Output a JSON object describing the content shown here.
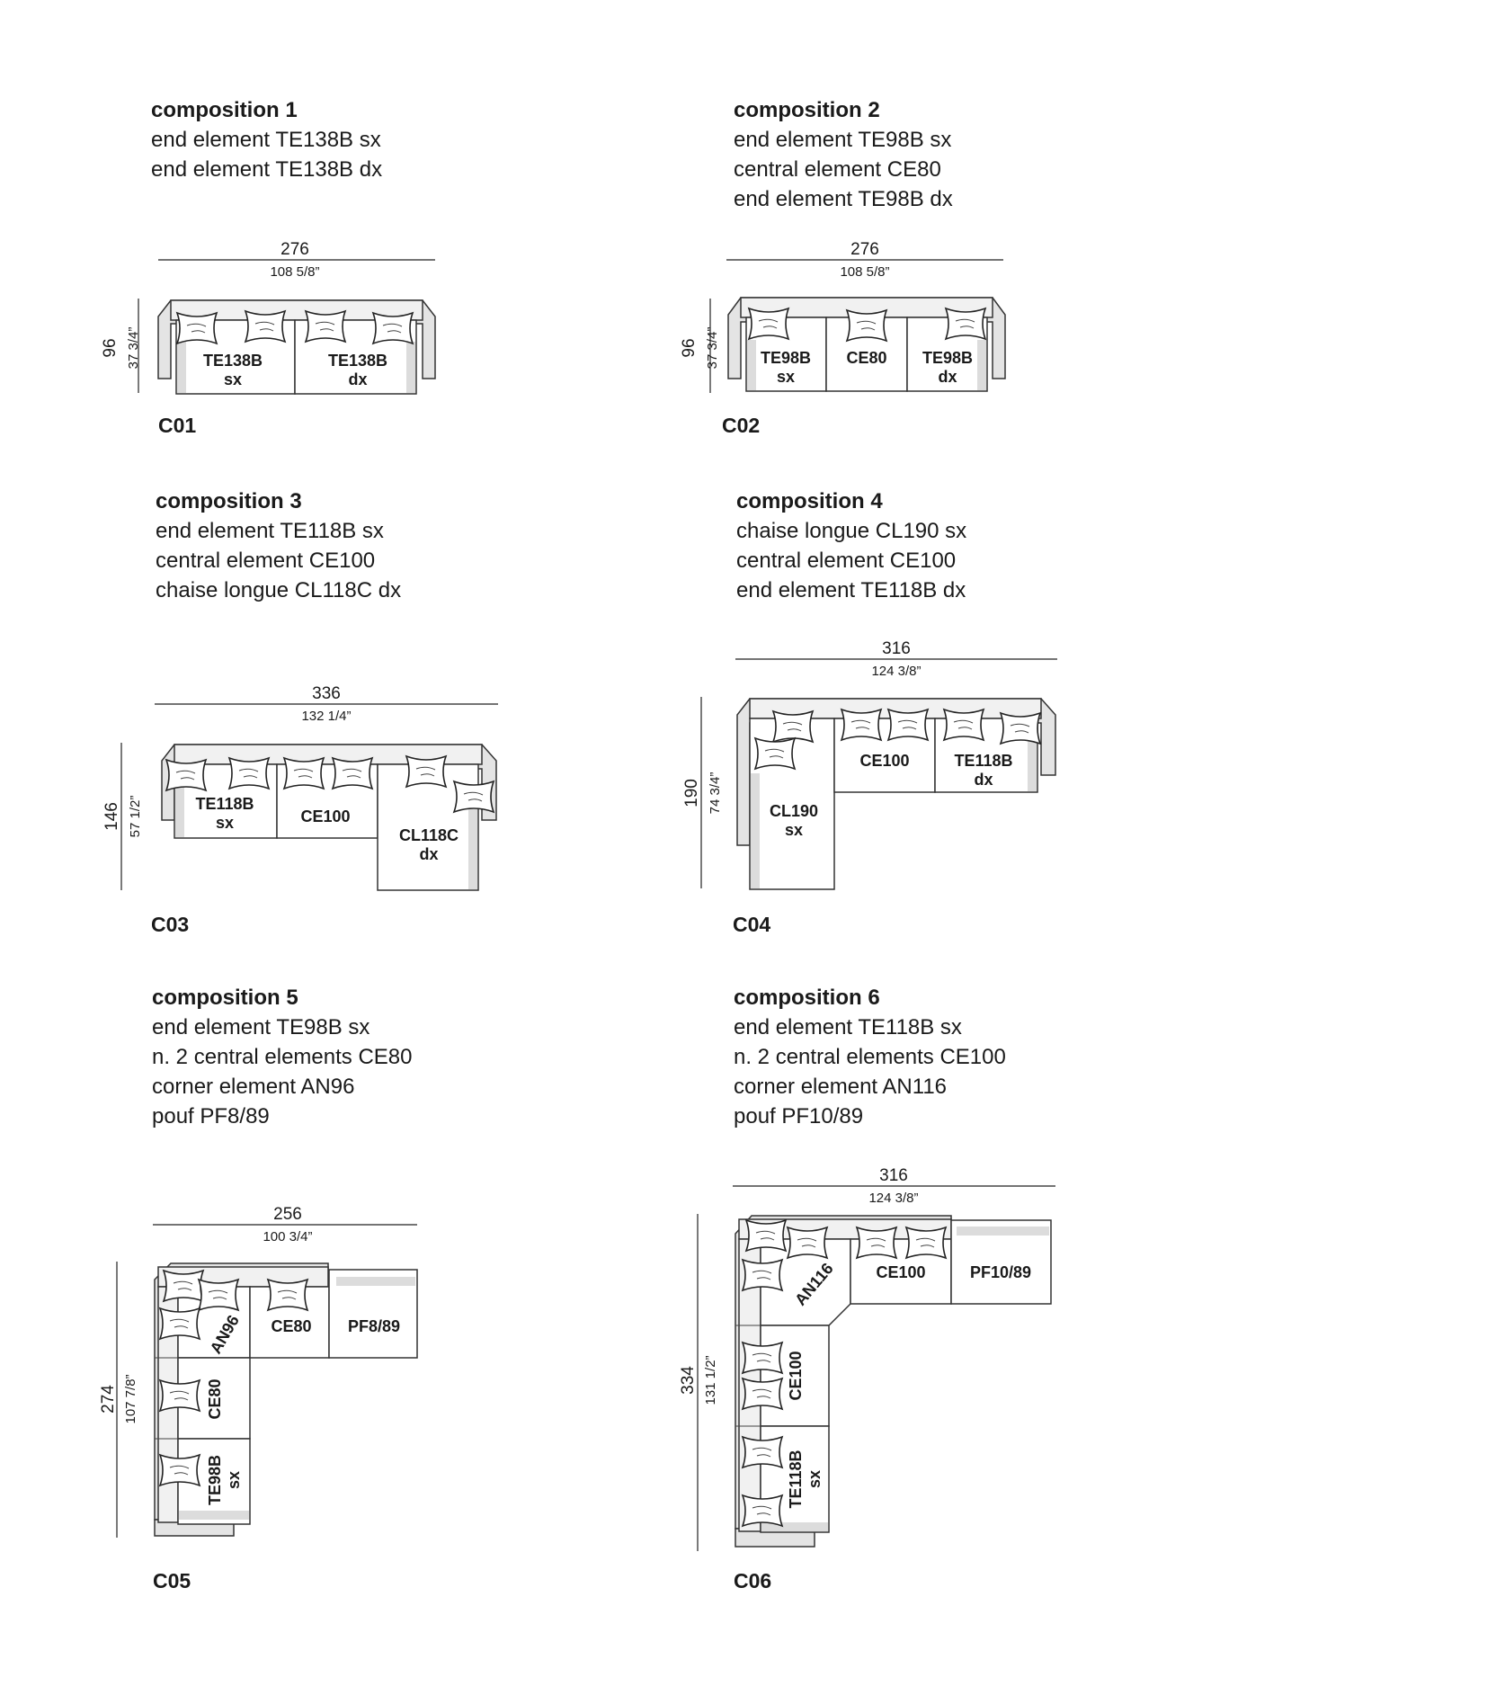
{
  "compositions": [
    {
      "title": "composition 1",
      "lines": [
        "end element TE138B sx",
        "end element TE138B dx"
      ],
      "code": "C01",
      "width_cm": "276",
      "width_in": "108 5/8”",
      "depth_cm": "96",
      "depth_in": "37 3/4”",
      "modules": [
        {
          "l1": "TE138B",
          "l2": "sx"
        },
        {
          "l1": "TE138B",
          "l2": "dx"
        }
      ]
    },
    {
      "title": "composition 2",
      "lines": [
        "end element TE98B sx",
        "central element CE80",
        "end element TE98B dx"
      ],
      "code": "C02",
      "width_cm": "276",
      "width_in": "108 5/8”",
      "depth_cm": "96",
      "depth_in": "37 3/4”",
      "modules": [
        {
          "l1": "TE98B",
          "l2": "sx"
        },
        {
          "l1": "CE80",
          "l2": ""
        },
        {
          "l1": "TE98B",
          "l2": "dx"
        }
      ]
    },
    {
      "title": "composition 3",
      "lines": [
        "end element TE118B sx",
        "central element CE100",
        "chaise longue CL118C dx"
      ],
      "code": "C03",
      "width_cm": "336",
      "width_in": "132 1/4”",
      "depth_cm": "146",
      "depth_in": "57 1/2”",
      "modules": [
        {
          "l1": "TE118B",
          "l2": "sx"
        },
        {
          "l1": "CE100",
          "l2": ""
        },
        {
          "l1": "CL118C",
          "l2": "dx"
        }
      ]
    },
    {
      "title": "composition 4",
      "lines": [
        "chaise longue CL190 sx",
        "central element CE100",
        "end element TE118B dx"
      ],
      "code": "C04",
      "width_cm": "316",
      "width_in": "124 3/8”",
      "depth_cm": "190",
      "depth_in": "74 3/4”",
      "modules": [
        {
          "l1": "CL190",
          "l2": "sx"
        },
        {
          "l1": "CE100",
          "l2": ""
        },
        {
          "l1": "TE118B",
          "l2": "dx"
        }
      ]
    },
    {
      "title": "composition 5",
      "lines": [
        "end element TE98B sx",
        "n. 2 central elements CE80",
        "corner element AN96",
        "pouf PF8/89"
      ],
      "code": "C05",
      "width_cm": "256",
      "width_in": "100 3/4”",
      "depth_cm": "274",
      "depth_in": "107 7/8”",
      "modules": [
        {
          "l1": "AN96",
          "l2": ""
        },
        {
          "l1": "CE80",
          "l2": ""
        },
        {
          "l1": "PF8/89",
          "l2": ""
        },
        {
          "l1": "CE80",
          "l2": ""
        },
        {
          "l1": "TE98B",
          "l2": "sx"
        }
      ]
    },
    {
      "title": "composition 6",
      "lines": [
        "end element TE118B sx",
        "n. 2 central elements CE100",
        "corner element AN116",
        "pouf PF10/89"
      ],
      "code": "C06",
      "width_cm": "316",
      "width_in": "124 3/8”",
      "depth_cm": "334",
      "depth_in": "131 1/2”",
      "modules": [
        {
          "l1": "AN116",
          "l2": ""
        },
        {
          "l1": "CE100",
          "l2": ""
        },
        {
          "l1": "PF10/89",
          "l2": ""
        },
        {
          "l1": "CE100",
          "l2": ""
        },
        {
          "l1": "TE118B",
          "l2": "sx"
        }
      ]
    }
  ]
}
